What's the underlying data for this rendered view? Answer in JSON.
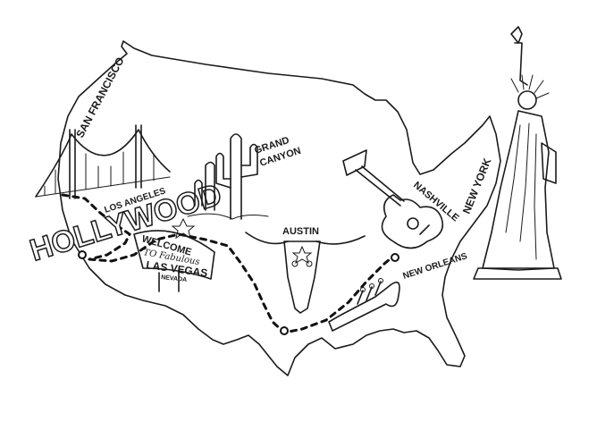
{
  "labels": {
    "san_francisco": "SAN FRANCISCO",
    "los_angeles": "LOS ANGELES",
    "hollywood": "HOLLYWOOD",
    "grand_canyon_line1": "GRAND",
    "grand_canyon_line2": "CANYON",
    "austin": "AUSTIN",
    "nashville": "NASHVILLE",
    "new_york": "NEW YORK",
    "new_orleans": "NEW ORLEANS"
  },
  "vegas_sign": {
    "welcome": "WELCOME",
    "to_fabulous": "TO Fabulous",
    "las_vegas": "LAS VEGAS",
    "nevada": "NEVADA"
  },
  "icons": [
    "golden-gate-bridge-icon",
    "hollywood-sign-icon",
    "las-vegas-sign-icon",
    "cactus-icon",
    "longhorn-skull-icon",
    "guitar-icon",
    "trumpet-icon",
    "statue-of-liberty-icon"
  ],
  "colors": {
    "ink": "#1a1a1a",
    "background": "#ffffff"
  }
}
